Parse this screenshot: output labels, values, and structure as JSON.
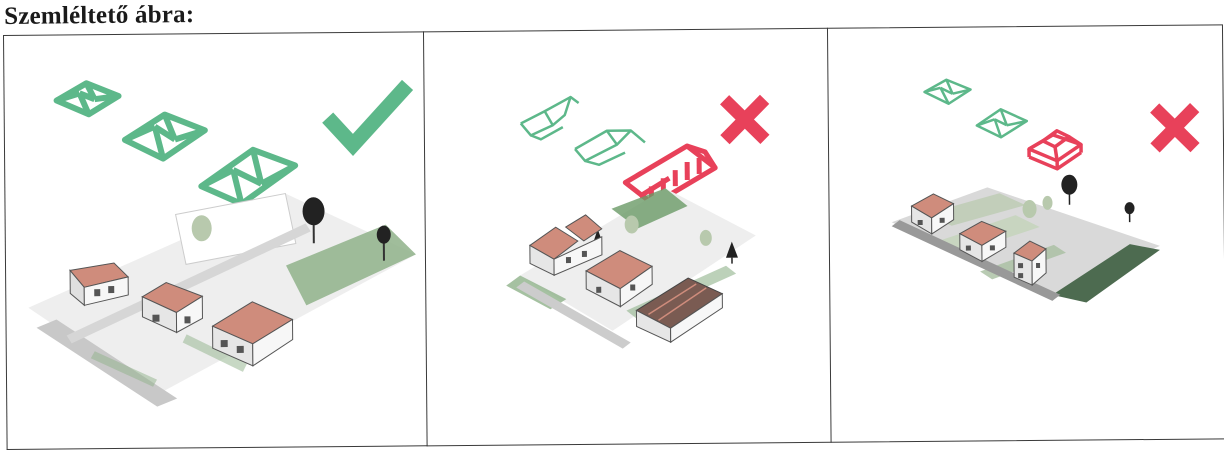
{
  "header": {
    "title": "Szemléltető ábra:"
  },
  "panels": [
    {
      "id": 1,
      "verdict_icon": "check-icon",
      "roof_icons": [
        "hip-roof-outline-icon",
        "hip-roof-outline-icon",
        "hip-roof-outline-icon"
      ]
    },
    {
      "id": 2,
      "verdict_icon": "cross-icon",
      "roof_icons": [
        "gable-roof-outline-icon",
        "gable-roof-outline-icon",
        "complex-roof-outline-icon"
      ]
    },
    {
      "id": 3,
      "verdict_icon": "cross-icon",
      "roof_icons": [
        "hip-roof-outline-icon",
        "hip-roof-outline-icon",
        "pyramid-roof-outline-icon"
      ]
    }
  ],
  "colors": {
    "check_green": "#5db88a",
    "cross_red": "#e8415a",
    "roof_tile": "#cf8c7c",
    "lawn": "#8fb28a",
    "dark_plot": "#4d6b50",
    "wall": "#f7f7f7",
    "outline": "#555555"
  }
}
